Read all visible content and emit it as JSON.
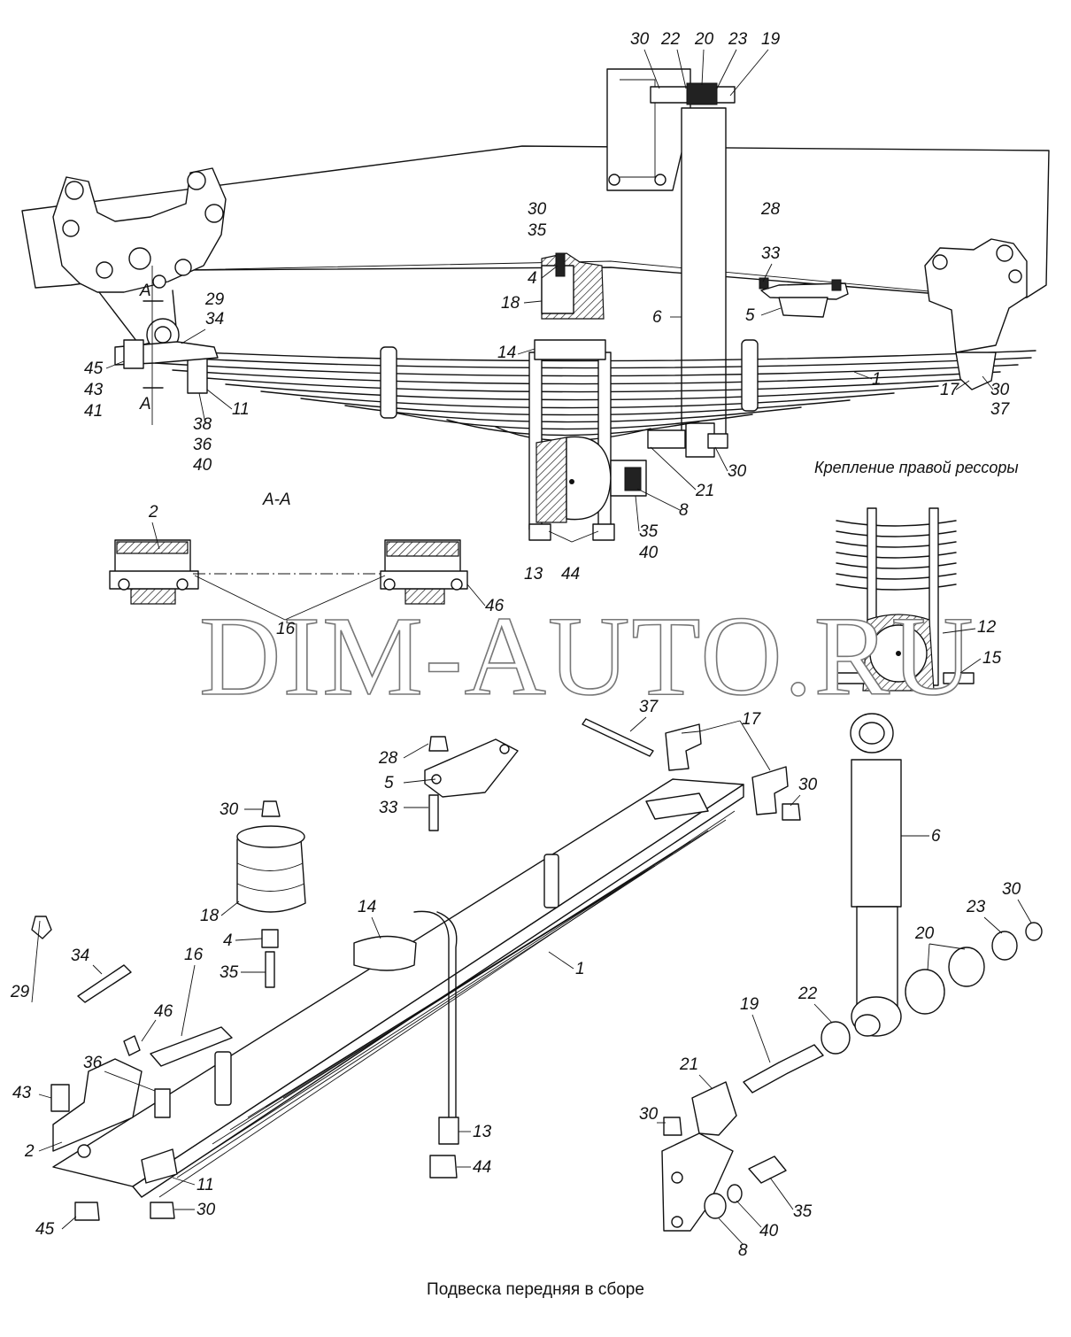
{
  "diagram": {
    "caption": "Подвеска передняя в сборе",
    "detail_title": "Крепление правой рессоры",
    "section_label": "A-A",
    "section_marks": [
      "A",
      "A"
    ],
    "watermark": "DIM-AUTO.RU"
  },
  "callouts_upper": [
    "30",
    "22",
    "20",
    "23",
    "19",
    "30",
    "35",
    "4",
    "18",
    "28",
    "33",
    "5",
    "6",
    "29",
    "34",
    "14",
    "45",
    "43",
    "41",
    "38",
    "36",
    "40",
    "11",
    "17",
    "30",
    "37",
    "1",
    "30",
    "21",
    "8",
    "35",
    "40",
    "13",
    "44",
    "2",
    "16",
    "46",
    "12",
    "15"
  ],
  "callouts_exploded": [
    "37",
    "17",
    "28",
    "5",
    "33",
    "30",
    "30",
    "18",
    "4",
    "35",
    "14",
    "1",
    "6",
    "34",
    "29",
    "46",
    "16",
    "36",
    "43",
    "2",
    "11",
    "30",
    "45",
    "13",
    "44",
    "30",
    "23",
    "20",
    "22",
    "19",
    "21",
    "30",
    "35",
    "40",
    "8"
  ]
}
